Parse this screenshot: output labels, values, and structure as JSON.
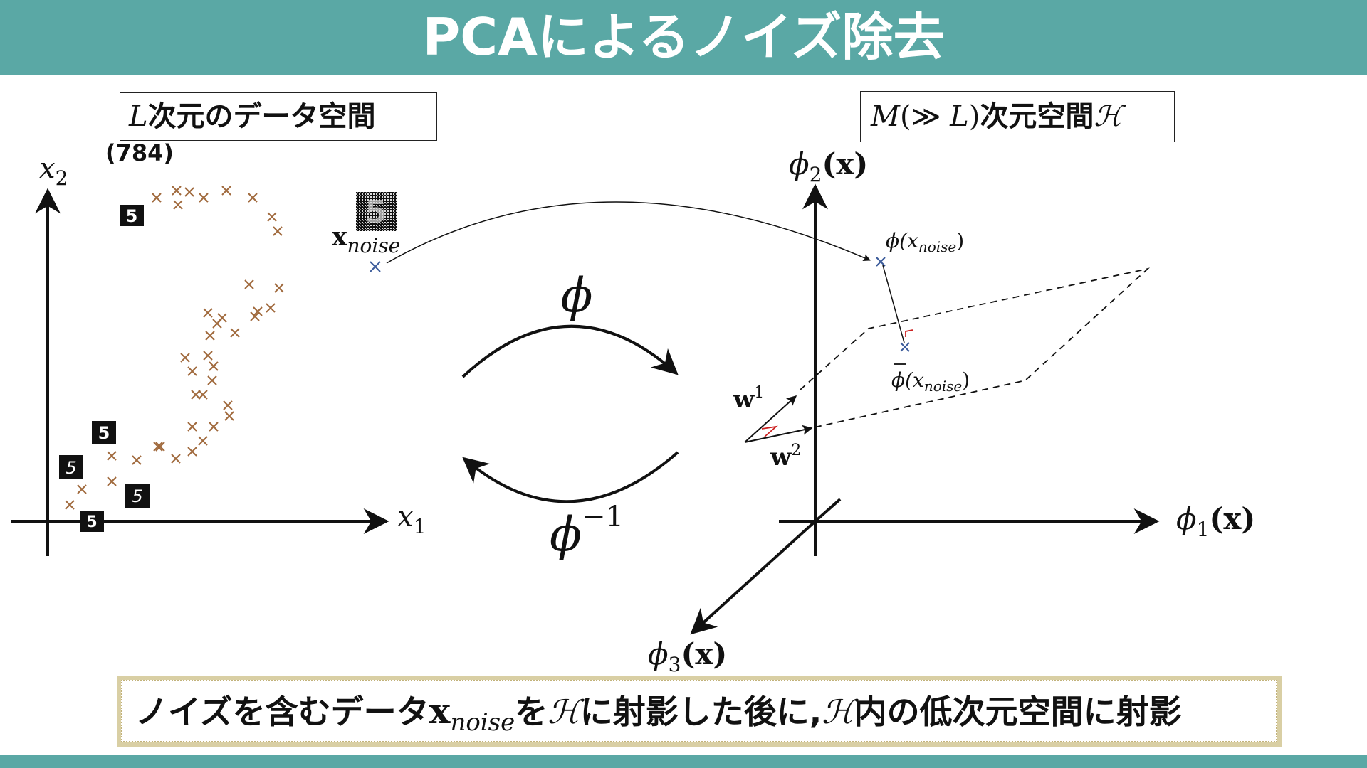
{
  "title": "PCAによるノイズ除去",
  "left_box": {
    "italic": "L",
    "text": "次元のデータ空間",
    "dim": "(784)"
  },
  "right_box": {
    "italic_m": "M",
    "paren": "(≫ ",
    "italic_l": "L",
    "close": ")",
    "text": "次元空間",
    "script": "ℋ"
  },
  "left_axes": {
    "x_label": "x",
    "x_sub": "1",
    "y_label": "x",
    "y_sub": "2"
  },
  "right_axes": {
    "phi": "ϕ",
    "arg": "(x)",
    "s1": "1",
    "s2": "2",
    "s3": "3"
  },
  "noise_point": {
    "label": "x",
    "sub": "noise"
  },
  "map": {
    "phi": "ϕ",
    "inv_sup": "−1"
  },
  "projection": {
    "phi_label": "ϕ(x",
    "noise_sub": "noise",
    "close": ")"
  },
  "w_vectors": {
    "w": "w",
    "w1_sup": "1",
    "w2_sup": "2"
  },
  "digit_label": "5",
  "caption": {
    "part1": "ノイズを含むデータ",
    "x": "x",
    "sub": "noise",
    "part2": "を",
    "h1": "ℋ",
    "part3": "に射影した後に,",
    "h2": "ℋ",
    "part4": "内の低次元空間に射影"
  },
  "colors": {
    "teal": "#5aa8a5",
    "cross_brown": "#a0693c",
    "cross_blue": "#3a5a9a",
    "right_angle_red": "#cc2222"
  }
}
